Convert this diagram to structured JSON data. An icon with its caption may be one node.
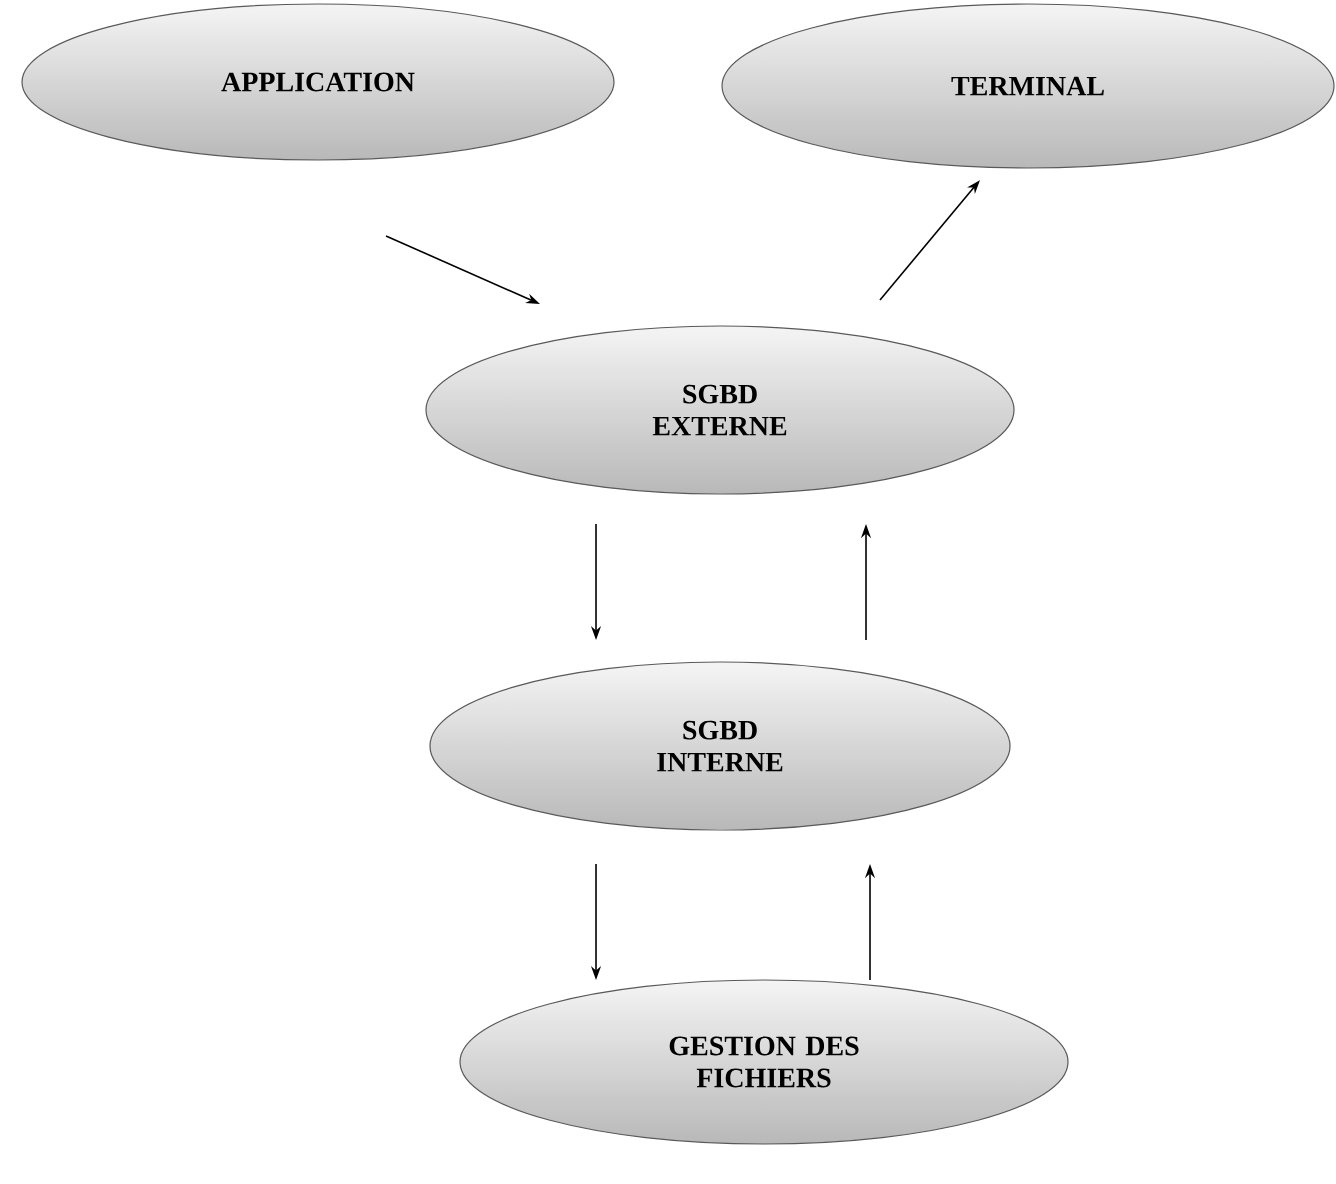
{
  "diagram": {
    "nodes": [
      {
        "text": [
          "APPLICATION"
        ]
      },
      {
        "text": [
          "TERMINAL"
        ]
      },
      {
        "text": [
          "SGBD EXTERNE"
        ]
      },
      {
        "text": [
          "SGBD INTERNE"
        ]
      },
      {
        "text": [
          "GESTION DES FICHIERS"
        ]
      }
    ],
    "edges": [
      {
        "from": 0,
        "to": 2,
        "arrow": "to"
      },
      {
        "from": 2,
        "to": 1,
        "arrow": "to"
      },
      {
        "from": 2,
        "to": 3,
        "arrow": "to"
      },
      {
        "from": 3,
        "to": 2,
        "arrow": "to"
      },
      {
        "from": 3,
        "to": 4,
        "arrow": "to"
      },
      {
        "from": 4,
        "to": 3,
        "arrow": "to"
      }
    ]
  }
}
